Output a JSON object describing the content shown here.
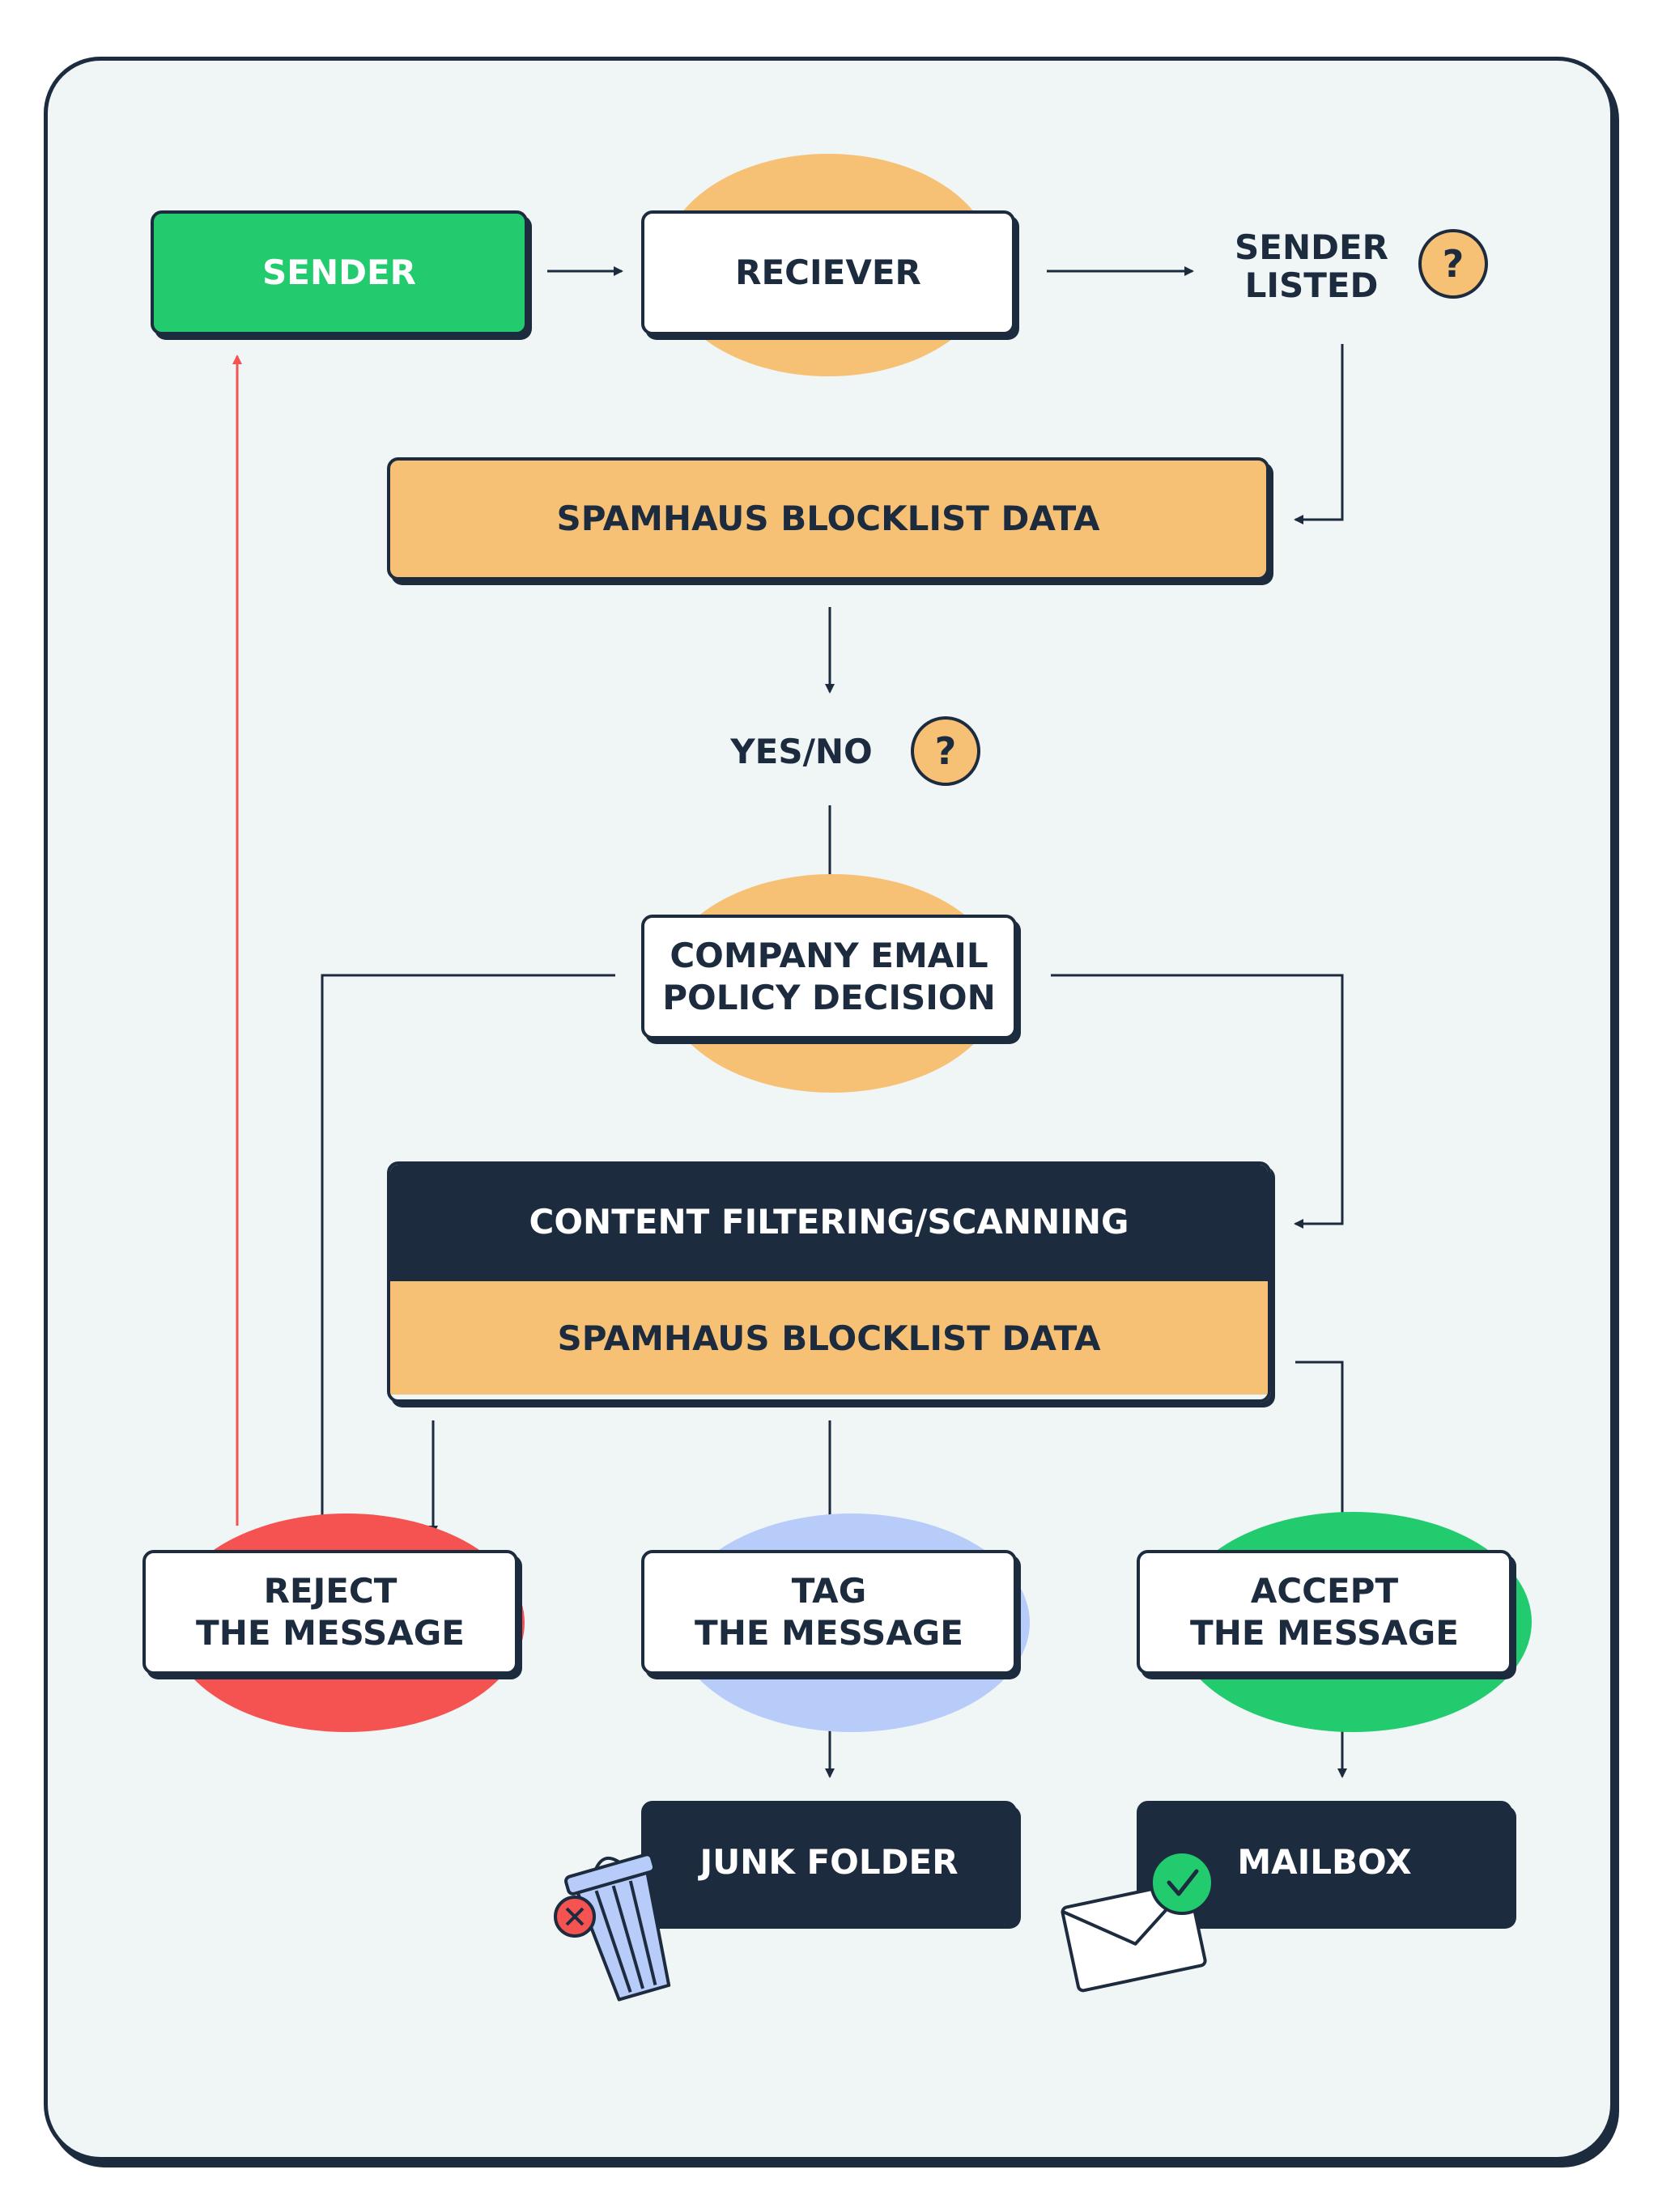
{
  "nodes": {
    "sender": "SENDER",
    "receiver": "RECIEVER",
    "sender_listed": [
      "SENDER",
      "LISTED"
    ],
    "sender_listed_mark": "?",
    "blocklist_1": "SPAMHAUS BLOCKLIST DATA",
    "yes_no": "YES/NO",
    "yes_no_mark": "?",
    "policy": [
      "COMPANY EMAIL",
      "POLICY DECISION"
    ],
    "content_filtering": "CONTENT FILTERING/SCANNING",
    "blocklist_2": "SPAMHAUS BLOCKLIST DATA",
    "reject": [
      "REJECT",
      "THE MESSAGE"
    ],
    "tag": [
      "TAG",
      "THE MESSAGE"
    ],
    "accept": [
      "ACCEPT",
      "THE MESSAGE"
    ],
    "junk": "JUNK FOLDER",
    "mailbox": "MAILBOX"
  },
  "colors": {
    "navy": "#1d2b3f",
    "green": "#22cc6e",
    "orange": "#f7c175",
    "red": "#f55252",
    "blue": "#b8ccfa",
    "background": "#f0f5f6"
  },
  "icons": {
    "junk": "trash-can-icon",
    "mailbox": "envelope-check-icon"
  }
}
